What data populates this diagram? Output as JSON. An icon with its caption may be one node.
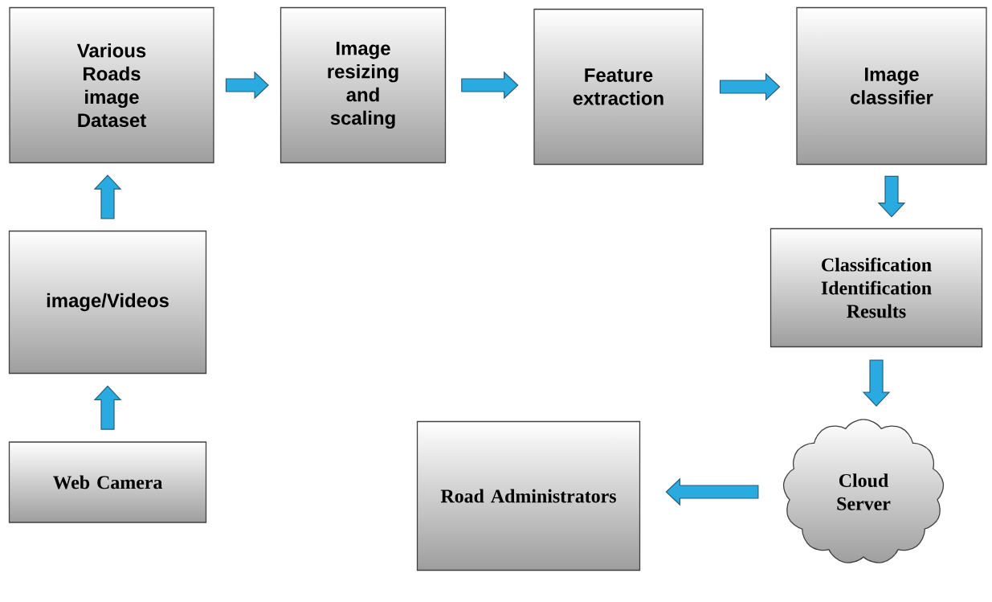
{
  "diagram": {
    "nodes": [
      {
        "text": [
          "Various Roads image Dataset"
        ]
      },
      {
        "text": [
          "Image resizing and scaling"
        ]
      },
      {
        "text": [
          "Feature extraction"
        ]
      },
      {
        "text": [
          "Image classifier"
        ]
      },
      {
        "text": [
          "image/Videos"
        ]
      },
      {
        "text": [
          "Web Camera"
        ]
      },
      {
        "text": [
          "Classification Identification Results"
        ]
      },
      {
        "text": [
          "Cloud Server"
        ]
      },
      {
        "text": [
          "Road Administrators"
        ]
      }
    ],
    "edges": [
      {
        "from": 5,
        "to": 4,
        "arrow": "to"
      },
      {
        "from": 4,
        "to": 0,
        "arrow": "to"
      },
      {
        "from": 0,
        "to": 1,
        "arrow": "to"
      },
      {
        "from": 1,
        "to": 2,
        "arrow": "to"
      },
      {
        "from": 2,
        "to": 3,
        "arrow": "to"
      },
      {
        "from": 3,
        "to": 6,
        "arrow": "to"
      },
      {
        "from": 6,
        "to": 7,
        "arrow": "to"
      },
      {
        "from": 7,
        "to": 8,
        "arrow": "to"
      }
    ]
  }
}
